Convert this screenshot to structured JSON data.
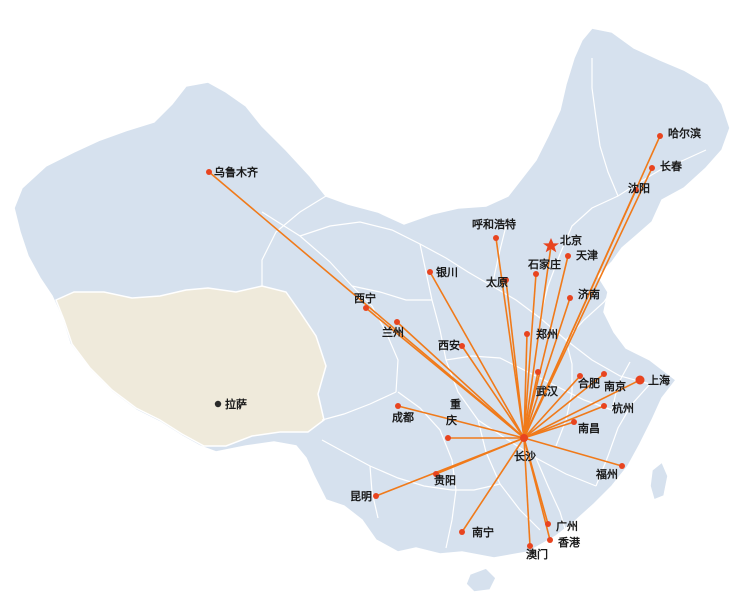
{
  "map": {
    "hub": "长沙",
    "route_color": "#f07a1a",
    "dot_color": "#e8441f",
    "land_color": "#d6e1ee",
    "tibet_color": "#efeadb",
    "border_color": "#ffffff",
    "cities": [
      {
        "id": "harbin",
        "name": "哈尔滨"
      },
      {
        "id": "changchun",
        "name": "长春"
      },
      {
        "id": "shenyang",
        "name": "沈阳"
      },
      {
        "id": "urumqi",
        "name": "乌鲁木齐"
      },
      {
        "id": "hohhot",
        "name": "呼和浩特"
      },
      {
        "id": "beijing",
        "name": "北京"
      },
      {
        "id": "tianjin",
        "name": "天津"
      },
      {
        "id": "shijiazhuang",
        "name": "石家庄"
      },
      {
        "id": "yinchuan",
        "name": "银川"
      },
      {
        "id": "taiyuan",
        "name": "太原"
      },
      {
        "id": "jinan",
        "name": "济南"
      },
      {
        "id": "xining",
        "name": "西宁"
      },
      {
        "id": "lanzhou",
        "name": "兰州"
      },
      {
        "id": "zhengzhou",
        "name": "郑州"
      },
      {
        "id": "xian",
        "name": "西安"
      },
      {
        "id": "lhasa",
        "name": "拉萨"
      },
      {
        "id": "wuhan",
        "name": "武汉"
      },
      {
        "id": "hefei",
        "name": "合肥"
      },
      {
        "id": "nanjing",
        "name": "南京"
      },
      {
        "id": "shanghai",
        "name": "上海"
      },
      {
        "id": "hangzhou",
        "name": "杭州"
      },
      {
        "id": "chengdu",
        "name": "成都"
      },
      {
        "id": "chongqing",
        "name": "重庆"
      },
      {
        "id": "nanchang",
        "name": "南昌"
      },
      {
        "id": "changsha",
        "name": "长沙"
      },
      {
        "id": "fuzhou",
        "name": "福州"
      },
      {
        "id": "guiyang",
        "name": "贵阳"
      },
      {
        "id": "kunming",
        "name": "昆明"
      },
      {
        "id": "guangzhou",
        "name": "广州"
      },
      {
        "id": "nanning",
        "name": "南宁"
      },
      {
        "id": "hongkong",
        "name": "香港"
      },
      {
        "id": "macau",
        "name": "澳门"
      }
    ]
  }
}
